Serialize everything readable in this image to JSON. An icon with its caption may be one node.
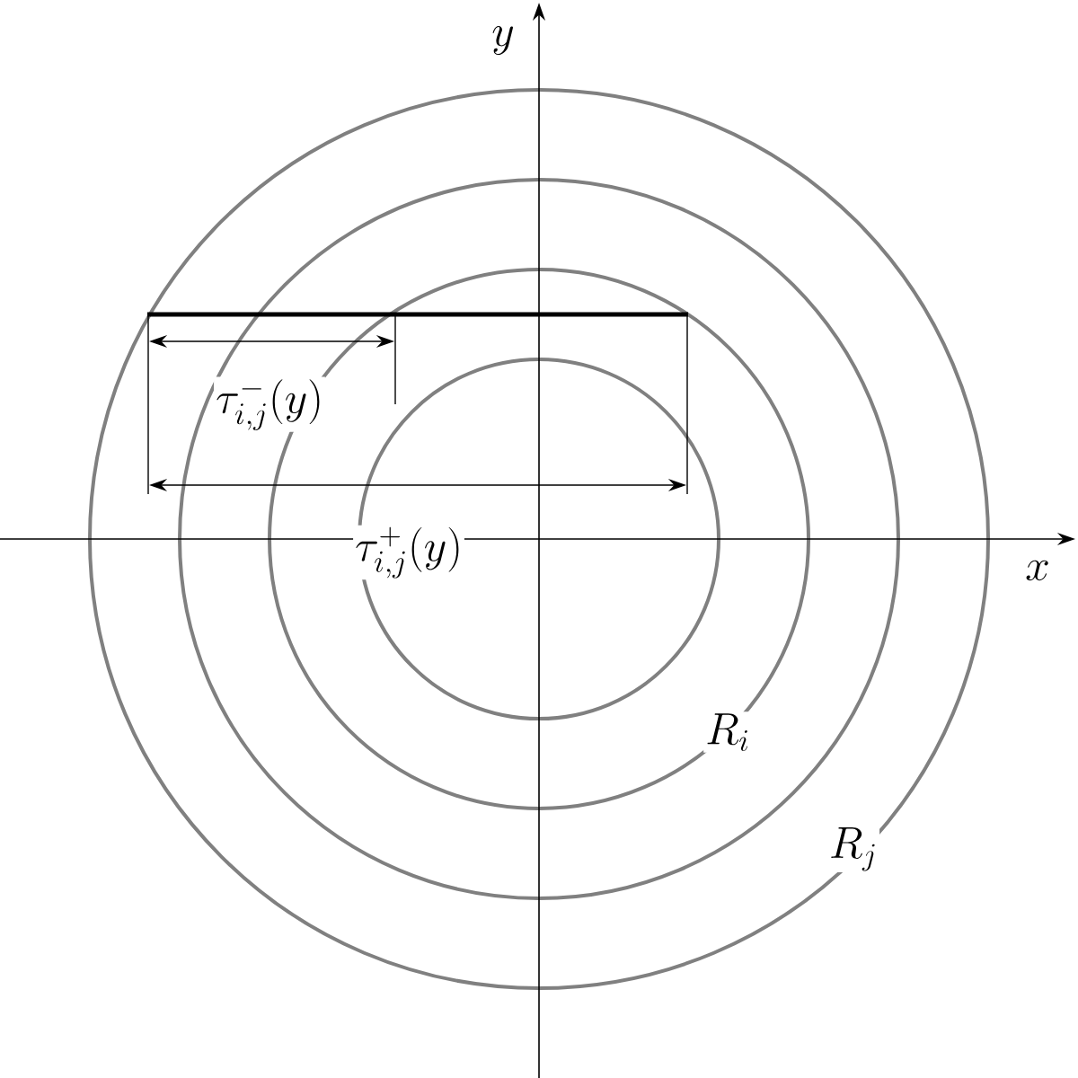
{
  "diagram": {
    "labels": [
      "y",
      "\\tau^{-}_{i,j}(y)",
      "\\tau^{+}_{i,j}(y)",
      "x",
      "R_i",
      "R_j"
    ]
  }
}
